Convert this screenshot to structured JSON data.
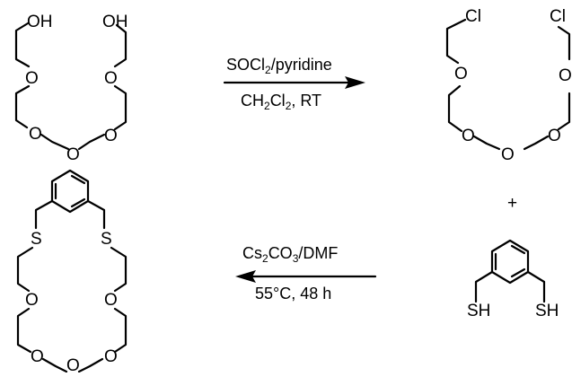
{
  "reaction_1": {
    "reagent": "SOCl₂/pyridine",
    "reagent_main": "SOCl",
    "reagent_sub": "2",
    "reagent_rest": "/pyridine",
    "conditions_a": "CH",
    "conditions_sub1": "2",
    "conditions_b": "Cl",
    "conditions_sub2": "2",
    "conditions_c": ", RT"
  },
  "reaction_2": {
    "reagent_a": "Cs",
    "reagent_sub1": "2",
    "reagent_b": "CO",
    "reagent_sub2": "3",
    "reagent_c": "/DMF",
    "conditions": "55°C, 48 h"
  },
  "plus_sign": "+",
  "atoms": {
    "oh": "OH",
    "o": "O",
    "cl": "Cl",
    "s": "S",
    "sh": "SH"
  }
}
